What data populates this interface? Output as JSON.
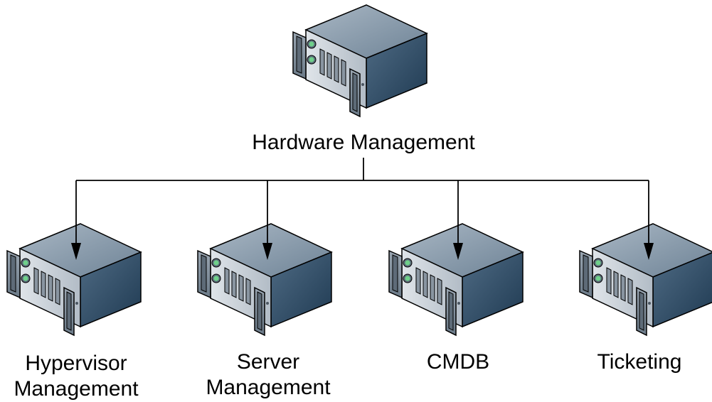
{
  "root": {
    "label": "Hardware Management",
    "icon": "server-icon"
  },
  "children": [
    {
      "id": "hypervisor",
      "lines": [
        "Hypervisor",
        "Management"
      ],
      "icon": "server-icon"
    },
    {
      "id": "server",
      "lines": [
        "Server",
        "Management"
      ],
      "icon": "server-icon"
    },
    {
      "id": "cmdb",
      "lines": [
        "CMDB"
      ],
      "icon": "server-icon"
    },
    {
      "id": "ticketing",
      "lines": [
        "Ticketing"
      ],
      "icon": "server-icon"
    }
  ],
  "colors": {
    "server_top": "#8a9cad",
    "server_right": "#2e4a63",
    "server_front": "#c7ced5",
    "led": "#6fd08a",
    "connector": "#000000"
  }
}
